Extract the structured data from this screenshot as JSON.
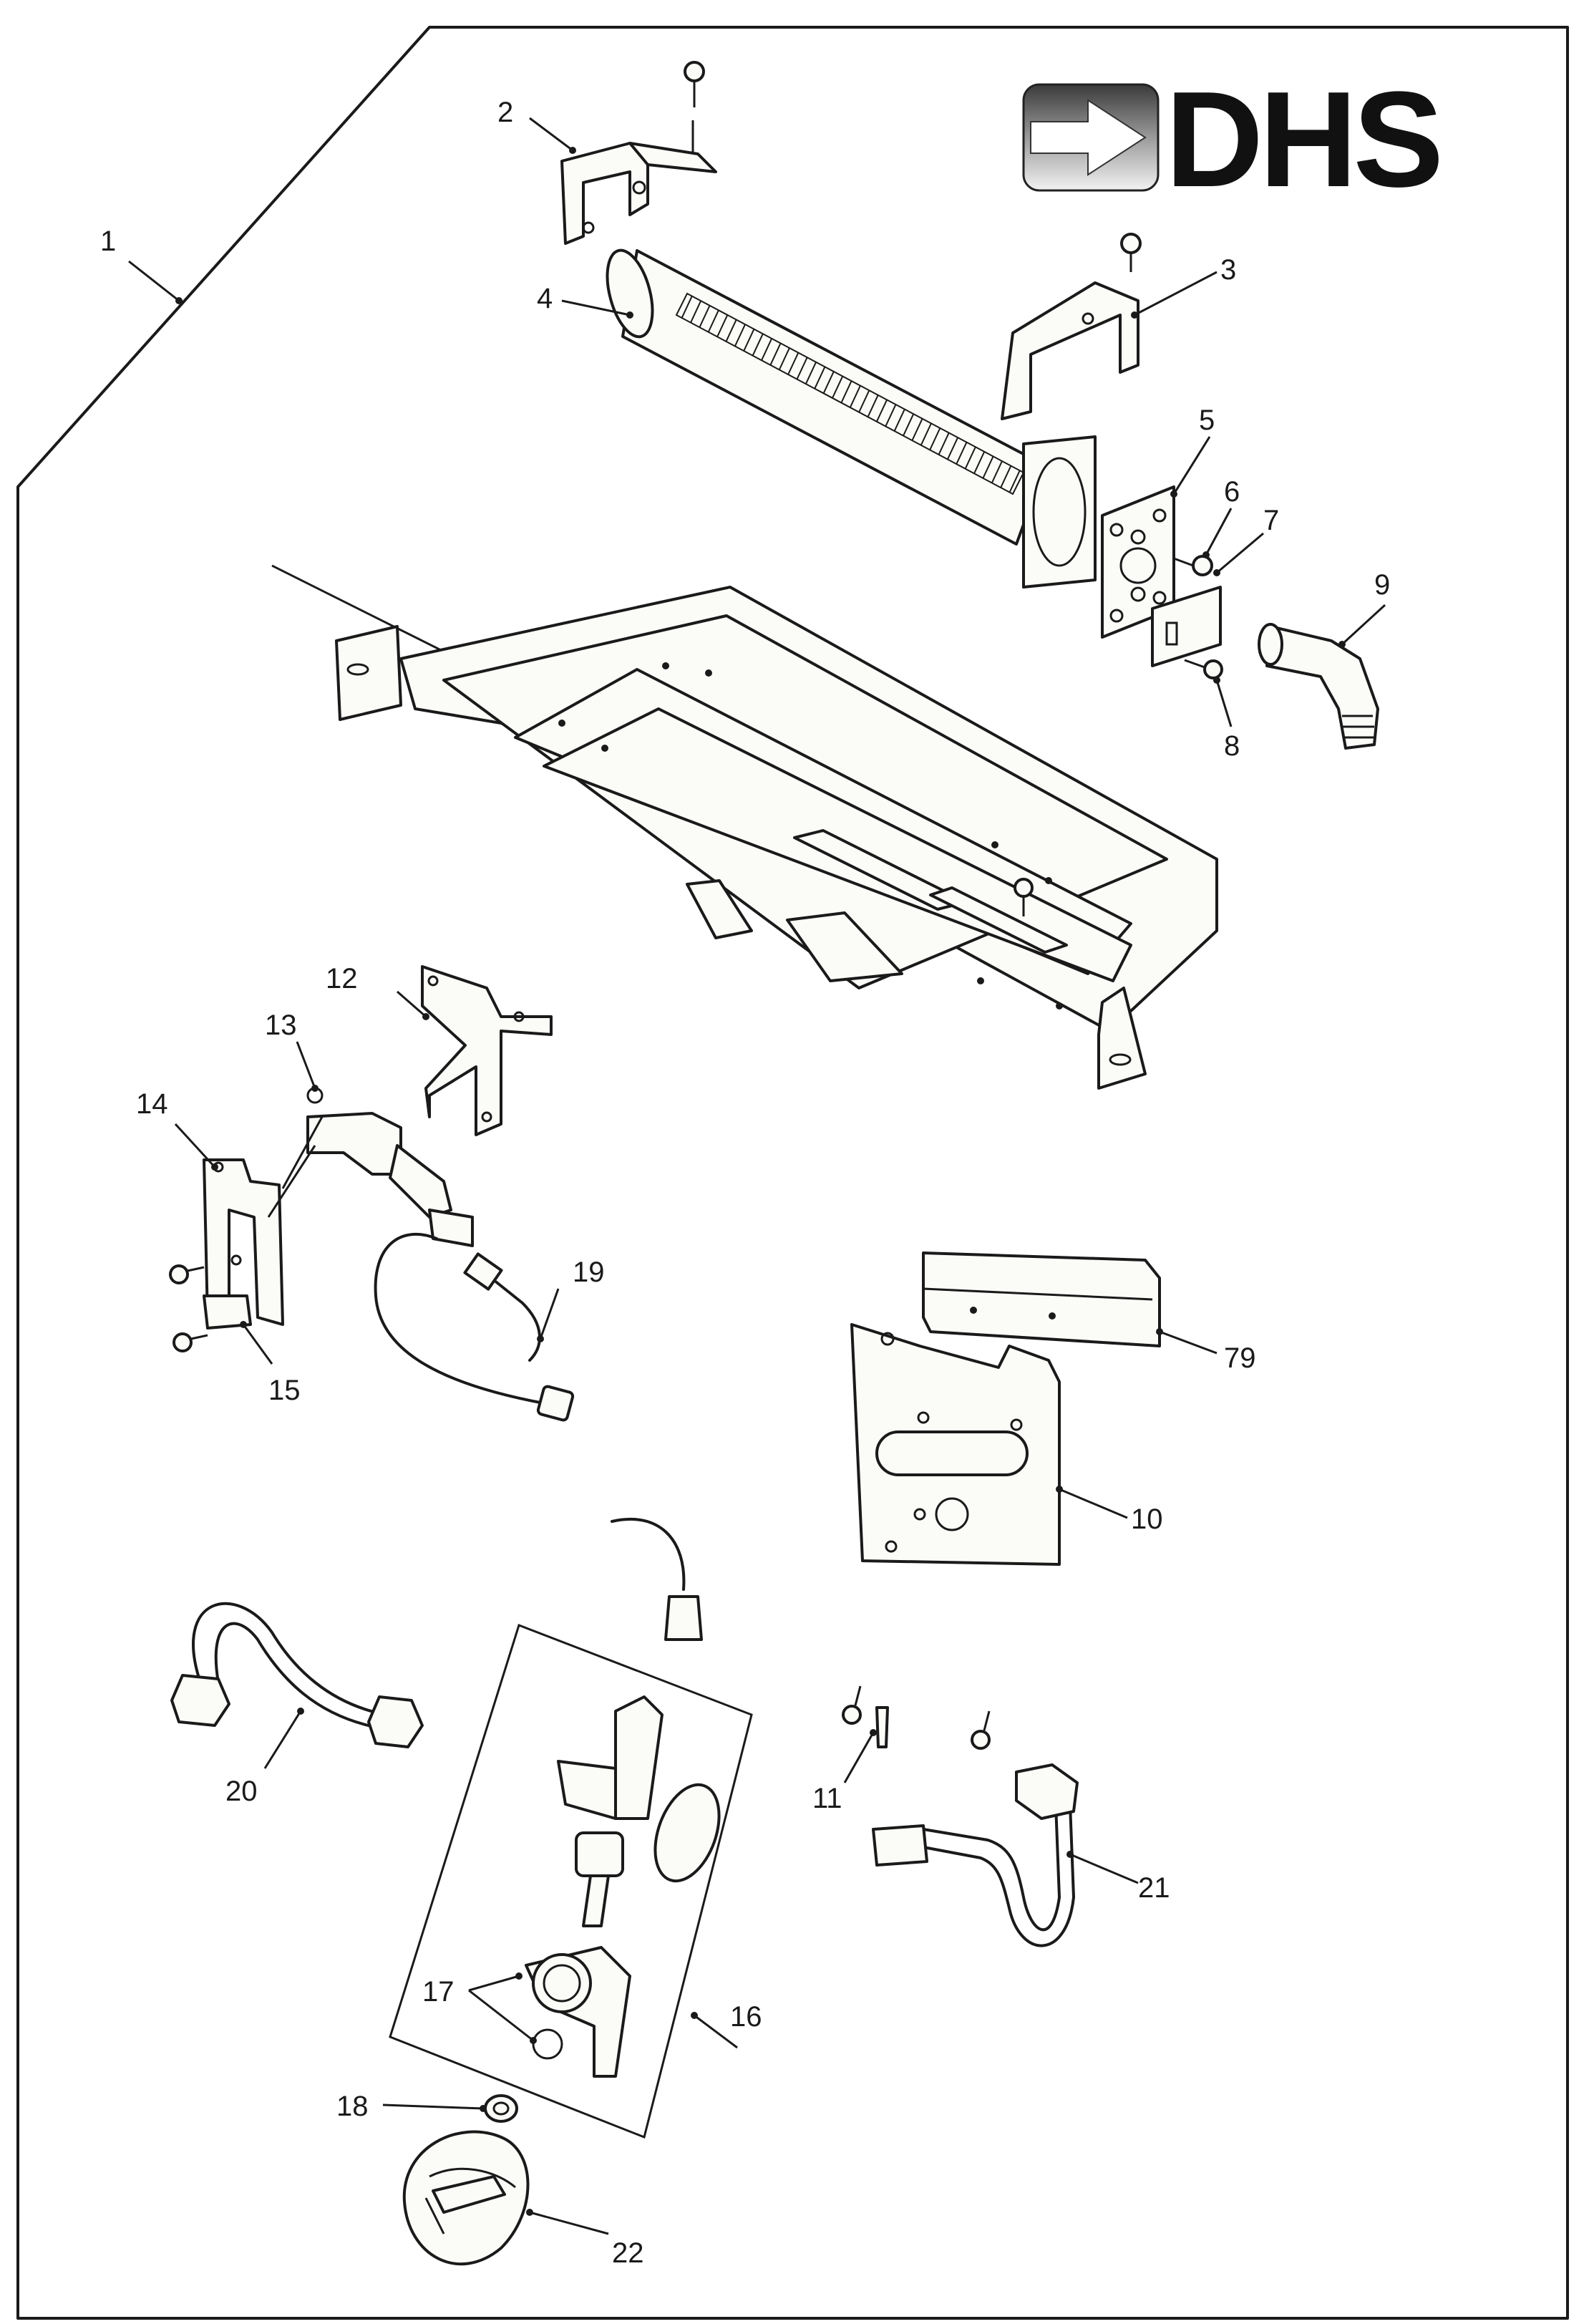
{
  "logo": {
    "text": "DHS",
    "color": "#111111"
  },
  "callouts": [
    {
      "id": "c1",
      "label": "1"
    },
    {
      "id": "c2",
      "label": "2"
    },
    {
      "id": "c3",
      "label": "3"
    },
    {
      "id": "c4",
      "label": "4"
    },
    {
      "id": "c5",
      "label": "5"
    },
    {
      "id": "c6",
      "label": "6"
    },
    {
      "id": "c7",
      "label": "7"
    },
    {
      "id": "c8",
      "label": "8"
    },
    {
      "id": "c9",
      "label": "9"
    },
    {
      "id": "c10",
      "label": "10"
    },
    {
      "id": "c11",
      "label": "11"
    },
    {
      "id": "c12",
      "label": "12"
    },
    {
      "id": "c13",
      "label": "13"
    },
    {
      "id": "c14",
      "label": "14"
    },
    {
      "id": "c15",
      "label": "15"
    },
    {
      "id": "c16",
      "label": "16"
    },
    {
      "id": "c17",
      "label": "17"
    },
    {
      "id": "c18",
      "label": "18"
    },
    {
      "id": "c19",
      "label": "19"
    },
    {
      "id": "c20",
      "label": "20"
    },
    {
      "id": "c21",
      "label": "21"
    },
    {
      "id": "c22",
      "label": "22"
    },
    {
      "id": "c79",
      "label": "79"
    }
  ]
}
